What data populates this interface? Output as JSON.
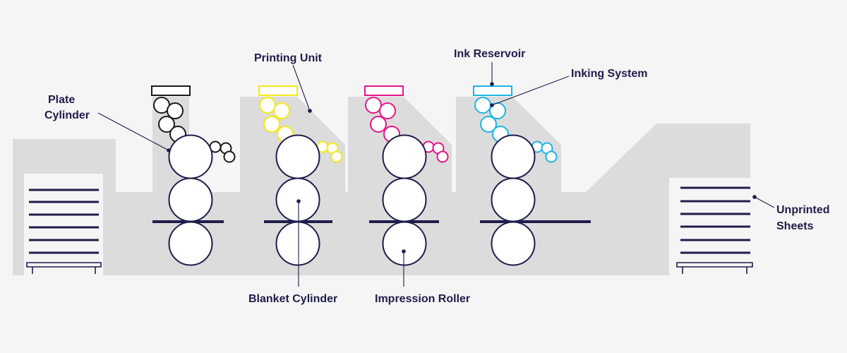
{
  "colors": {
    "background": "#f5f5f5",
    "machine": "#dcdcdc",
    "outline": "#1f1d4a",
    "black_ink": "#1a1a1a",
    "yellow_ink": "#f2ea16",
    "magenta_ink": "#e2168a",
    "cyan_ink": "#1bb5e6"
  },
  "units": [
    {
      "ink": "black"
    },
    {
      "ink": "yellow"
    },
    {
      "ink": "magenta"
    },
    {
      "ink": "cyan"
    }
  ],
  "labels": {
    "plate_cylinder_line1": "Plate",
    "plate_cylinder_line2": "Cylinder",
    "printing_unit": "Printing Unit",
    "ink_reservoir": "Ink Reservoir",
    "inking_system": "Inking System",
    "unprinted_line1": "Unprinted",
    "unprinted_line2": "Sheets",
    "blanket_cylinder": "Blanket Cylinder",
    "impression_roller": "Impression Roller"
  }
}
